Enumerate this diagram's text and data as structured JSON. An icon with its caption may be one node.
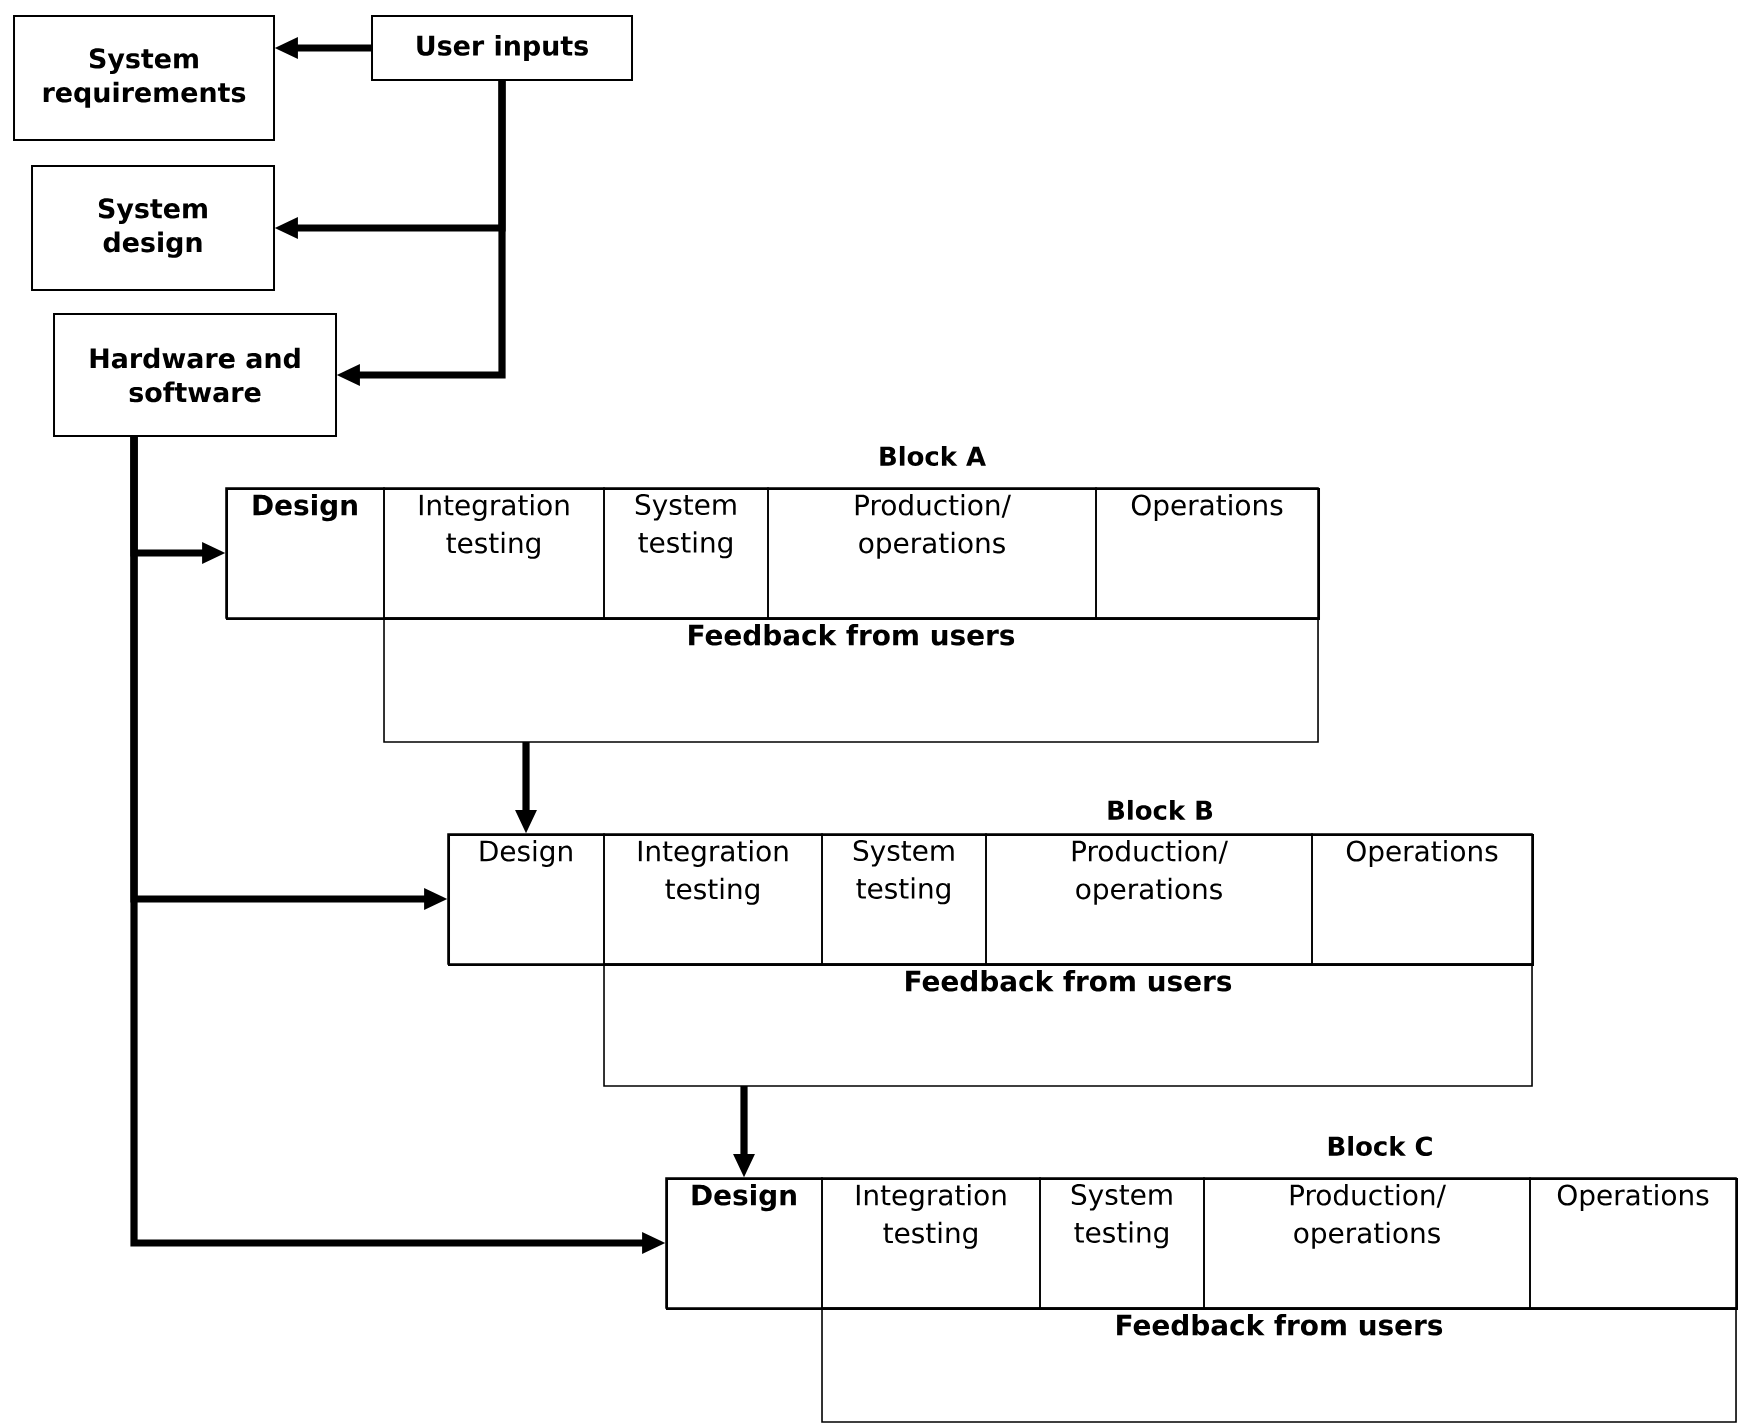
{
  "diagram": {
    "nodes": [
      {
        "text": [
          "User inputs"
        ]
      },
      {
        "text": [
          "System requirements"
        ]
      },
      {
        "text": [
          "System design"
        ]
      },
      {
        "text": [
          "Hardware and software"
        ]
      },
      {
        "text": [
          "Block A"
        ]
      },
      {
        "text": [
          "**Design**"
        ],
        "in": 4
      },
      {
        "text": [
          "Integration testing"
        ],
        "in": 4
      },
      {
        "text": [
          "System testing"
        ],
        "in": 4
      },
      {
        "text": [
          "Production/ operations"
        ],
        "in": 4
      },
      {
        "text": [
          "Operations"
        ],
        "in": 4
      },
      {
        "text": [
          "Feedback from users"
        ]
      },
      {
        "text": [
          "Block B"
        ]
      },
      {
        "text": [
          "Design"
        ],
        "in": 11
      },
      {
        "text": [
          "Integration testing"
        ],
        "in": 11
      },
      {
        "text": [
          "System testing"
        ],
        "in": 11
      },
      {
        "text": [
          "Production/ operations"
        ],
        "in": 11
      },
      {
        "text": [
          "Operations"
        ],
        "in": 11
      },
      {
        "text": [
          "Feedback from users"
        ]
      },
      {
        "text": [
          "Block C"
        ]
      },
      {
        "text": [
          "**Design**"
        ],
        "in": 18
      },
      {
        "text": [
          "Integration testing"
        ],
        "in": 18
      },
      {
        "text": [
          "System testing"
        ],
        "in": 18
      },
      {
        "text": [
          "Production/ operations"
        ],
        "in": 18
      },
      {
        "text": [
          "Operations"
        ],
        "in": 18
      },
      {
        "text": [
          "Feedback from users"
        ]
      }
    ],
    "edges": [
      {
        "from": 0,
        "to": 1,
        "arrow": "to"
      },
      {
        "from": 0,
        "to": 2,
        "arrow": "to"
      },
      {
        "from": 0,
        "to": 3,
        "arrow": "to"
      },
      {
        "from": 3,
        "to": 5,
        "arrow": "to"
      },
      {
        "from": 3,
        "to": 12,
        "arrow": "to"
      },
      {
        "from": 3,
        "to": 19,
        "arrow": "to"
      },
      {
        "from": 10,
        "to": 12,
        "arrow": "to"
      },
      {
        "from": 17,
        "to": 19,
        "arrow": "to"
      }
    ]
  }
}
